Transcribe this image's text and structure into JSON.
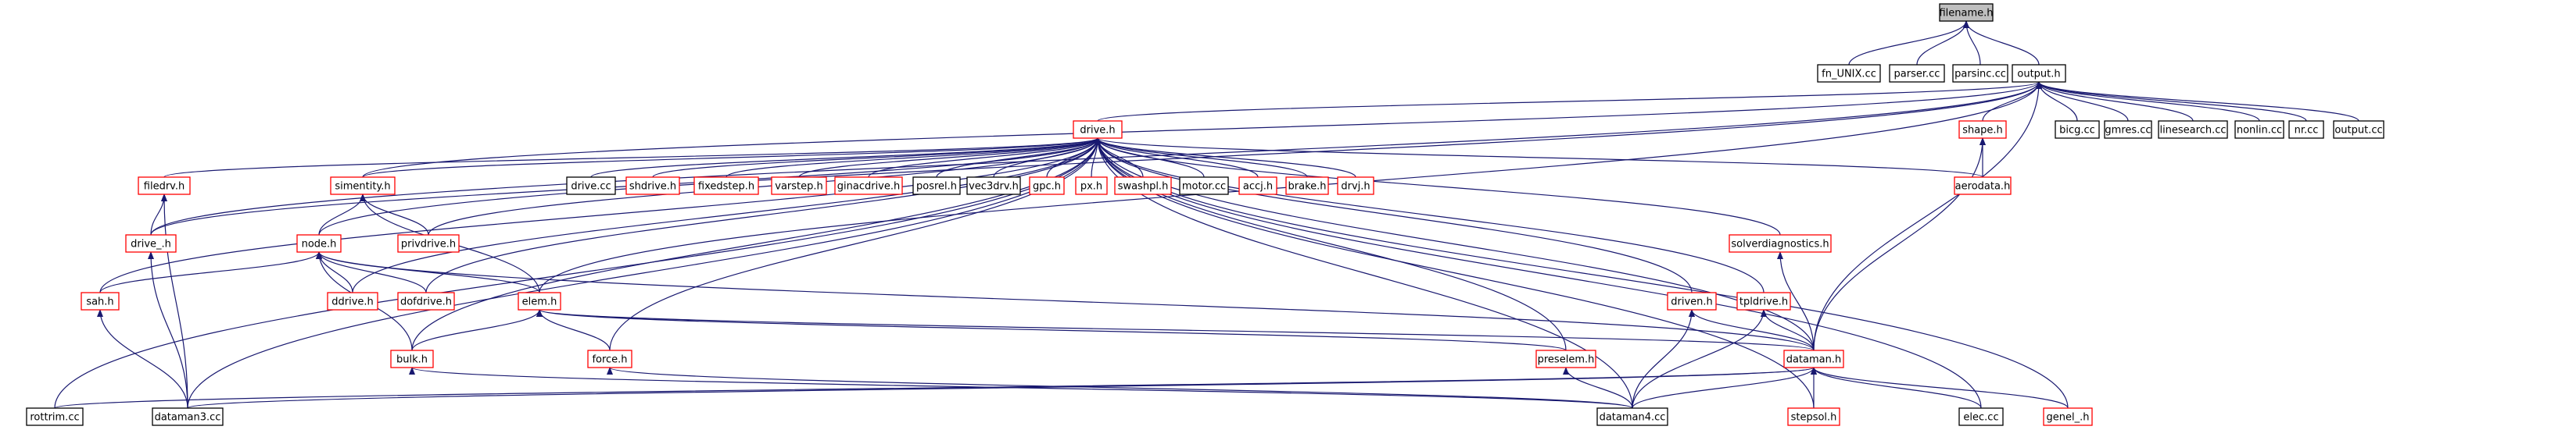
{
  "colors": {
    "edge": "#191970",
    "box_black": "#000000",
    "box_red": "#ff0000",
    "root_fill": "#bfbfbf",
    "fill": "#ffffff"
  },
  "nodes": [
    {
      "id": "filename_h",
      "label": "filename.h",
      "border": "black",
      "fill": "root"
    },
    {
      "id": "fn_unix_cc",
      "label": "fn_UNIX.cc",
      "border": "black"
    },
    {
      "id": "parser_cc",
      "label": "parser.cc",
      "border": "black"
    },
    {
      "id": "parsinc_cc",
      "label": "parsinc.cc",
      "border": "black"
    },
    {
      "id": "output_h",
      "label": "output.h",
      "border": "black"
    },
    {
      "id": "drive_h",
      "label": "drive.h",
      "border": "red"
    },
    {
      "id": "shape_h",
      "label": "shape.h",
      "border": "red"
    },
    {
      "id": "bicg_cc",
      "label": "bicg.cc",
      "border": "black"
    },
    {
      "id": "gmres_cc",
      "label": "gmres.cc",
      "border": "black"
    },
    {
      "id": "linesearch_cc",
      "label": "linesearch.cc",
      "border": "black"
    },
    {
      "id": "nonlin_cc",
      "label": "nonlin.cc",
      "border": "black"
    },
    {
      "id": "nr_cc",
      "label": "nr.cc",
      "border": "black"
    },
    {
      "id": "output_cc",
      "label": "output.cc",
      "border": "black"
    },
    {
      "id": "filedrv_h",
      "label": "filedrv.h",
      "border": "red"
    },
    {
      "id": "simentity_h",
      "label": "simentity.h",
      "border": "red"
    },
    {
      "id": "drive_cc",
      "label": "drive.cc",
      "border": "black"
    },
    {
      "id": "shdrive_h",
      "label": "shdrive.h",
      "border": "red"
    },
    {
      "id": "fixedstep_h",
      "label": "fixedstep.h",
      "border": "red"
    },
    {
      "id": "varstep_h",
      "label": "varstep.h",
      "border": "red"
    },
    {
      "id": "ginacdrive_h",
      "label": "ginacdrive.h",
      "border": "red"
    },
    {
      "id": "posrel_h",
      "label": "posrel.h",
      "border": "black"
    },
    {
      "id": "vec3drv_h",
      "label": "vec3drv.h",
      "border": "black"
    },
    {
      "id": "gpc_h",
      "label": "gpc.h",
      "border": "red"
    },
    {
      "id": "px_h",
      "label": "px.h",
      "border": "red"
    },
    {
      "id": "swashpl_h",
      "label": "swashpl.h",
      "border": "red"
    },
    {
      "id": "motor_cc",
      "label": "motor.cc",
      "border": "black"
    },
    {
      "id": "accj_h",
      "label": "accj.h",
      "border": "red"
    },
    {
      "id": "brake_h",
      "label": "brake.h",
      "border": "red"
    },
    {
      "id": "drvj_h",
      "label": "drvj.h",
      "border": "red"
    },
    {
      "id": "aerodata_h",
      "label": "aerodata.h",
      "border": "red"
    },
    {
      "id": "drive__h",
      "label": "drive_.h",
      "border": "red"
    },
    {
      "id": "privdrive_h",
      "label": "privdrive.h",
      "border": "red"
    },
    {
      "id": "node_h",
      "label": "node.h",
      "border": "red"
    },
    {
      "id": "solverdiag_h",
      "label": "solverdiagnostics.h",
      "border": "red"
    },
    {
      "id": "sah_h",
      "label": "sah.h",
      "border": "red"
    },
    {
      "id": "ddrive_h",
      "label": "ddrive.h",
      "border": "red"
    },
    {
      "id": "dofdrive_h",
      "label": "dofdrive.h",
      "border": "red"
    },
    {
      "id": "elem_h",
      "label": "elem.h",
      "border": "red"
    },
    {
      "id": "driven_h",
      "label": "driven.h",
      "border": "red"
    },
    {
      "id": "tpldrive_h",
      "label": "tpldrive.h",
      "border": "red"
    },
    {
      "id": "bulk_h",
      "label": "bulk.h",
      "border": "red"
    },
    {
      "id": "force_h",
      "label": "force.h",
      "border": "red"
    },
    {
      "id": "preselem_h",
      "label": "preselem.h",
      "border": "red"
    },
    {
      "id": "dataman_h",
      "label": "dataman.h",
      "border": "red"
    },
    {
      "id": "rottrim_cc",
      "label": "rottrim.cc",
      "border": "black"
    },
    {
      "id": "dataman3_cc",
      "label": "dataman3.cc",
      "border": "black"
    },
    {
      "id": "dataman4_cc",
      "label": "dataman4.cc",
      "border": "black"
    },
    {
      "id": "stepsol_h",
      "label": "stepsol.h",
      "border": "red"
    },
    {
      "id": "elec_cc",
      "label": "elec.cc",
      "border": "black"
    },
    {
      "id": "genel__h",
      "label": "genel_.h",
      "border": "red"
    }
  ],
  "edges": [
    [
      "fn_unix_cc",
      "filename_h"
    ],
    [
      "parser_cc",
      "filename_h"
    ],
    [
      "parsinc_cc",
      "filename_h"
    ],
    [
      "output_h",
      "filename_h"
    ],
    [
      "drive_h",
      "output_h"
    ],
    [
      "shape_h",
      "output_h"
    ],
    [
      "bicg_cc",
      "output_h"
    ],
    [
      "gmres_cc",
      "output_h"
    ],
    [
      "linesearch_cc",
      "output_h"
    ],
    [
      "nonlin_cc",
      "output_h"
    ],
    [
      "nr_cc",
      "output_h"
    ],
    [
      "output_cc",
      "output_h"
    ],
    [
      "simentity_h",
      "output_h"
    ],
    [
      "node_h",
      "output_h"
    ],
    [
      "drive__h",
      "output_h"
    ],
    [
      "elem_h",
      "output_h"
    ],
    [
      "dataman_h",
      "output_h"
    ],
    [
      "filedrv_h",
      "drive_h"
    ],
    [
      "simentity_h",
      "drive_h"
    ],
    [
      "drive_cc",
      "drive_h"
    ],
    [
      "shdrive_h",
      "drive_h"
    ],
    [
      "fixedstep_h",
      "drive_h"
    ],
    [
      "varstep_h",
      "drive_h"
    ],
    [
      "ginacdrive_h",
      "drive_h"
    ],
    [
      "posrel_h",
      "drive_h"
    ],
    [
      "vec3drv_h",
      "drive_h"
    ],
    [
      "gpc_h",
      "drive_h"
    ],
    [
      "px_h",
      "drive_h"
    ],
    [
      "swashpl_h",
      "drive_h"
    ],
    [
      "motor_cc",
      "drive_h"
    ],
    [
      "accj_h",
      "drive_h"
    ],
    [
      "brake_h",
      "drive_h"
    ],
    [
      "drvj_h",
      "drive_h"
    ],
    [
      "aerodata_h",
      "drive_h"
    ],
    [
      "privdrive_h",
      "drive_h"
    ],
    [
      "sah_h",
      "drive_h"
    ],
    [
      "rottrim_cc",
      "drive_h"
    ],
    [
      "dataman3_cc",
      "drive_h"
    ],
    [
      "bulk_h",
      "drive_h"
    ],
    [
      "ddrive_h",
      "drive_h"
    ],
    [
      "dofdrive_h",
      "drive_h"
    ],
    [
      "force_h",
      "drive_h"
    ],
    [
      "preselem_h",
      "drive_h"
    ],
    [
      "dataman4_cc",
      "drive_h"
    ],
    [
      "driven_h",
      "drive_h"
    ],
    [
      "tpldrive_h",
      "drive_h"
    ],
    [
      "solverdiag_h",
      "drive_h"
    ],
    [
      "dataman_h",
      "drive_h"
    ],
    [
      "stepsol_h",
      "drive_h"
    ],
    [
      "elec_cc",
      "drive_h"
    ],
    [
      "genel__h",
      "drive_h"
    ],
    [
      "drive__h",
      "drive_h"
    ],
    [
      "aerodata_h",
      "shape_h"
    ],
    [
      "dataman_h",
      "shape_h"
    ],
    [
      "drive__h",
      "filedrv_h"
    ],
    [
      "dataman3_cc",
      "filedrv_h"
    ],
    [
      "node_h",
      "simentity_h"
    ],
    [
      "privdrive_h",
      "simentity_h"
    ],
    [
      "elem_h",
      "simentity_h"
    ],
    [
      "dataman3_cc",
      "drive__h"
    ],
    [
      "sah_h",
      "node_h"
    ],
    [
      "ddrive_h",
      "node_h"
    ],
    [
      "dofdrive_h",
      "node_h"
    ],
    [
      "elem_h",
      "node_h"
    ],
    [
      "bulk_h",
      "node_h"
    ],
    [
      "dataman_h",
      "node_h"
    ],
    [
      "dataman3_cc",
      "sah_h"
    ],
    [
      "bulk_h",
      "elem_h"
    ],
    [
      "force_h",
      "elem_h"
    ],
    [
      "preselem_h",
      "elem_h"
    ],
    [
      "dataman_h",
      "elem_h"
    ],
    [
      "dataman4_cc",
      "bulk_h"
    ],
    [
      "dataman4_cc",
      "force_h"
    ],
    [
      "dataman4_cc",
      "preselem_h"
    ],
    [
      "dataman4_cc",
      "driven_h"
    ],
    [
      "dataman_h",
      "driven_h"
    ],
    [
      "dataman4_cc",
      "tpldrive_h"
    ],
    [
      "dataman_h",
      "tpldrive_h"
    ],
    [
      "dataman_h",
      "solverdiag_h"
    ],
    [
      "rottrim_cc",
      "dataman_h"
    ],
    [
      "dataman3_cc",
      "dataman_h"
    ],
    [
      "dataman4_cc",
      "dataman_h"
    ],
    [
      "stepsol_h",
      "dataman_h"
    ],
    [
      "elec_cc",
      "dataman_h"
    ],
    [
      "genel__h",
      "dataman_h"
    ]
  ]
}
